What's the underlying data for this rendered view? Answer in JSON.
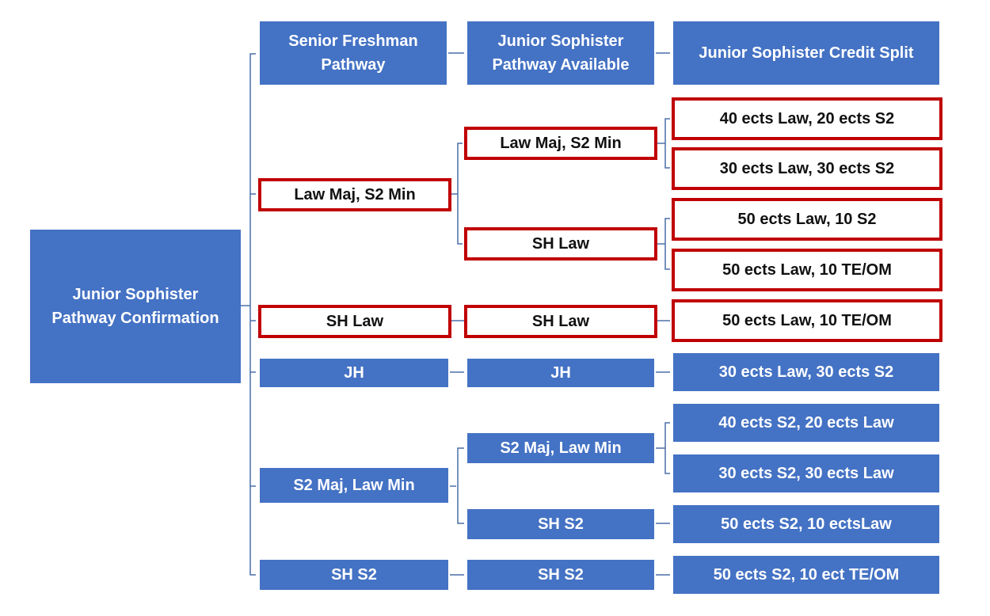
{
  "diagram": {
    "root": "Junior Sophister\nPathway Confirmation",
    "headers": {
      "col1": "Senior Freshman\nPathway",
      "col2": "Junior Sophister\nPathway Available",
      "col3": "Junior Sophister Credit Split"
    },
    "col1": [
      "Law Maj, S2 Min",
      "SH Law",
      "JH",
      "S2 Maj,  Law Min",
      "SH S2"
    ],
    "col2": [
      "Law Maj,  S2 Min",
      "SH Law",
      "SH Law",
      "JH",
      "S2 Maj,  Law Min",
      "SH S2",
      "SH S2"
    ],
    "col3": [
      "40 ects Law, 20 ects S2",
      "30 ects Law, 30 ects S2",
      "50 ects Law, 10 S2",
      "50 ects Law, 10 TE/OM",
      "50 ects Law, 10 TE/OM",
      "30 ects Law, 30 ects S2",
      "40 ects S2, 20 ects Law",
      "30 ects S2, 30 ects Law",
      "50 ects S2, 10 ectsLaw",
      "50 ects S2, 10 ect TE/OM"
    ],
    "colors": {
      "fill": "#4472c4",
      "highlight_border": "#c00000",
      "line": "#4a6fa8"
    }
  }
}
